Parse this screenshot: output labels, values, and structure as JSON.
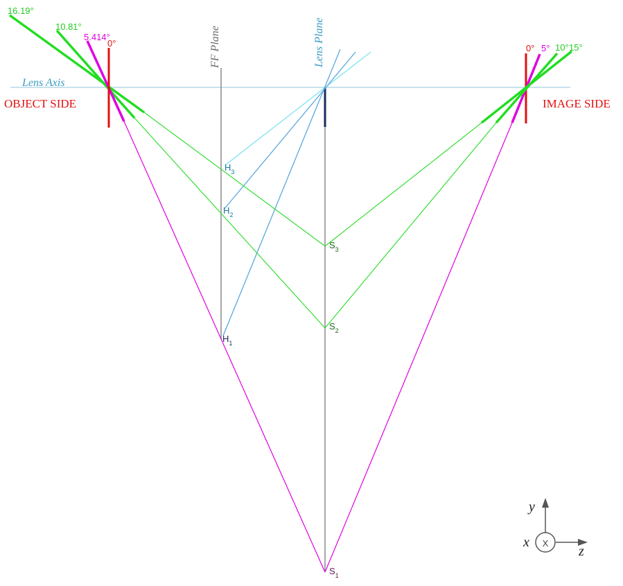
{
  "labels": {
    "object_side": "OBJECT SIDE",
    "image_side": "IMAGE SIDE",
    "lens_axis": "Lens Axis",
    "ff_plane": "FF Plane",
    "lens_plane": "Lens Plane"
  },
  "object_angles": [
    "16.19°",
    "10.81°",
    "5.414°",
    "0°"
  ],
  "image_angles": [
    "0°",
    "5°",
    "10°",
    "15°"
  ],
  "points": {
    "H": [
      "H",
      "H",
      "H"
    ],
    "H_sub": [
      "3",
      "2",
      "1"
    ],
    "S": [
      "S",
      "S",
      "S"
    ],
    "S_sub": [
      "3",
      "2",
      "1"
    ]
  },
  "axes": {
    "y": "y",
    "z": "z",
    "x": "x",
    "into_page": "X"
  },
  "colors": {
    "red": "#e01010",
    "green": "#22dd22",
    "magenta": "#e000e0",
    "light_cyan": "#7fe3f0",
    "blue_ray": "#5aa8dc",
    "lens_axis": "#8fc6dd",
    "gray": "#8a8a8a",
    "navy": "#1a2a5c",
    "point_teal": "#1a7a9a",
    "point_green": "#1c6b1c",
    "point_purple": "#5a1a5a"
  }
}
